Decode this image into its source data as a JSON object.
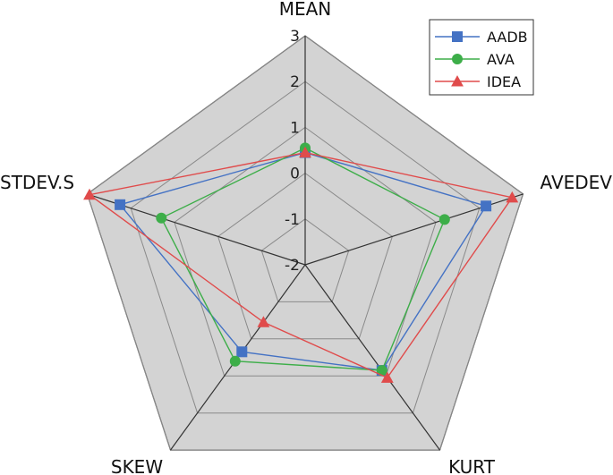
{
  "chart_data": {
    "type": "radar",
    "axes": [
      "MEAN",
      "AVEDEV",
      "KURT",
      "SKEW",
      "STDEV.S"
    ],
    "ticks": [
      "-2",
      "-1",
      "0",
      "1",
      "2",
      "3"
    ],
    "rlim": [
      -2,
      3
    ],
    "grid": true,
    "legend_position": "top-right",
    "series": [
      {
        "name": "AADB",
        "color": "#4472C4",
        "marker": "square",
        "values": [
          0.45,
          2.15,
          0.85,
          0.35,
          2.25
        ]
      },
      {
        "name": "AVA",
        "color": "#3DAE49",
        "marker": "circle",
        "values": [
          0.55,
          1.2,
          0.85,
          0.6,
          1.3
        ]
      },
      {
        "name": "IDEA",
        "color": "#E04B4B",
        "marker": "triangle",
        "values": [
          0.45,
          2.75,
          1.05,
          -0.45,
          2.95
        ]
      }
    ]
  }
}
